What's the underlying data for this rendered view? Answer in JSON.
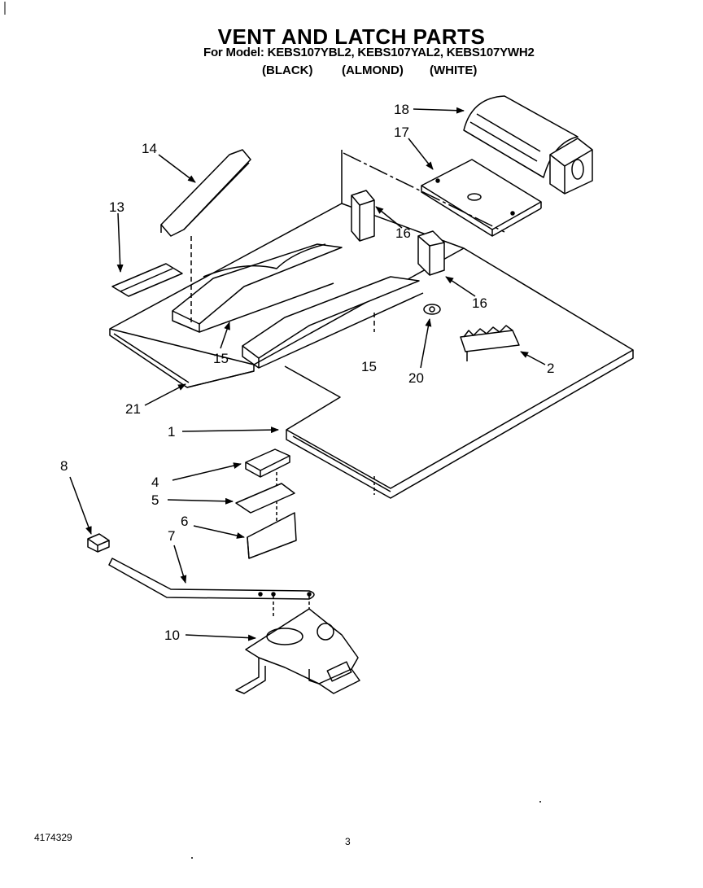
{
  "header": {
    "title": "VENT AND LATCH PARTS",
    "model_line": "For Model: KEBS107YBL2, KEBS107YAL2, KEBS107YWH2",
    "variants": [
      "(BLACK)",
      "(ALMOND)",
      "(WHITE)"
    ]
  },
  "callouts": {
    "c18": "18",
    "c17": "17",
    "c14": "14",
    "c13": "13",
    "c16a": "16",
    "c16b": "16",
    "c15a": "15",
    "c15b": "15",
    "c20": "20",
    "c2": "2",
    "c21": "21",
    "c1": "1",
    "c8": "8",
    "c4": "4",
    "c5": "5",
    "c6": "6",
    "c7": "7",
    "c10": "10"
  },
  "footer": {
    "part_number": "4174329",
    "page": "3"
  }
}
